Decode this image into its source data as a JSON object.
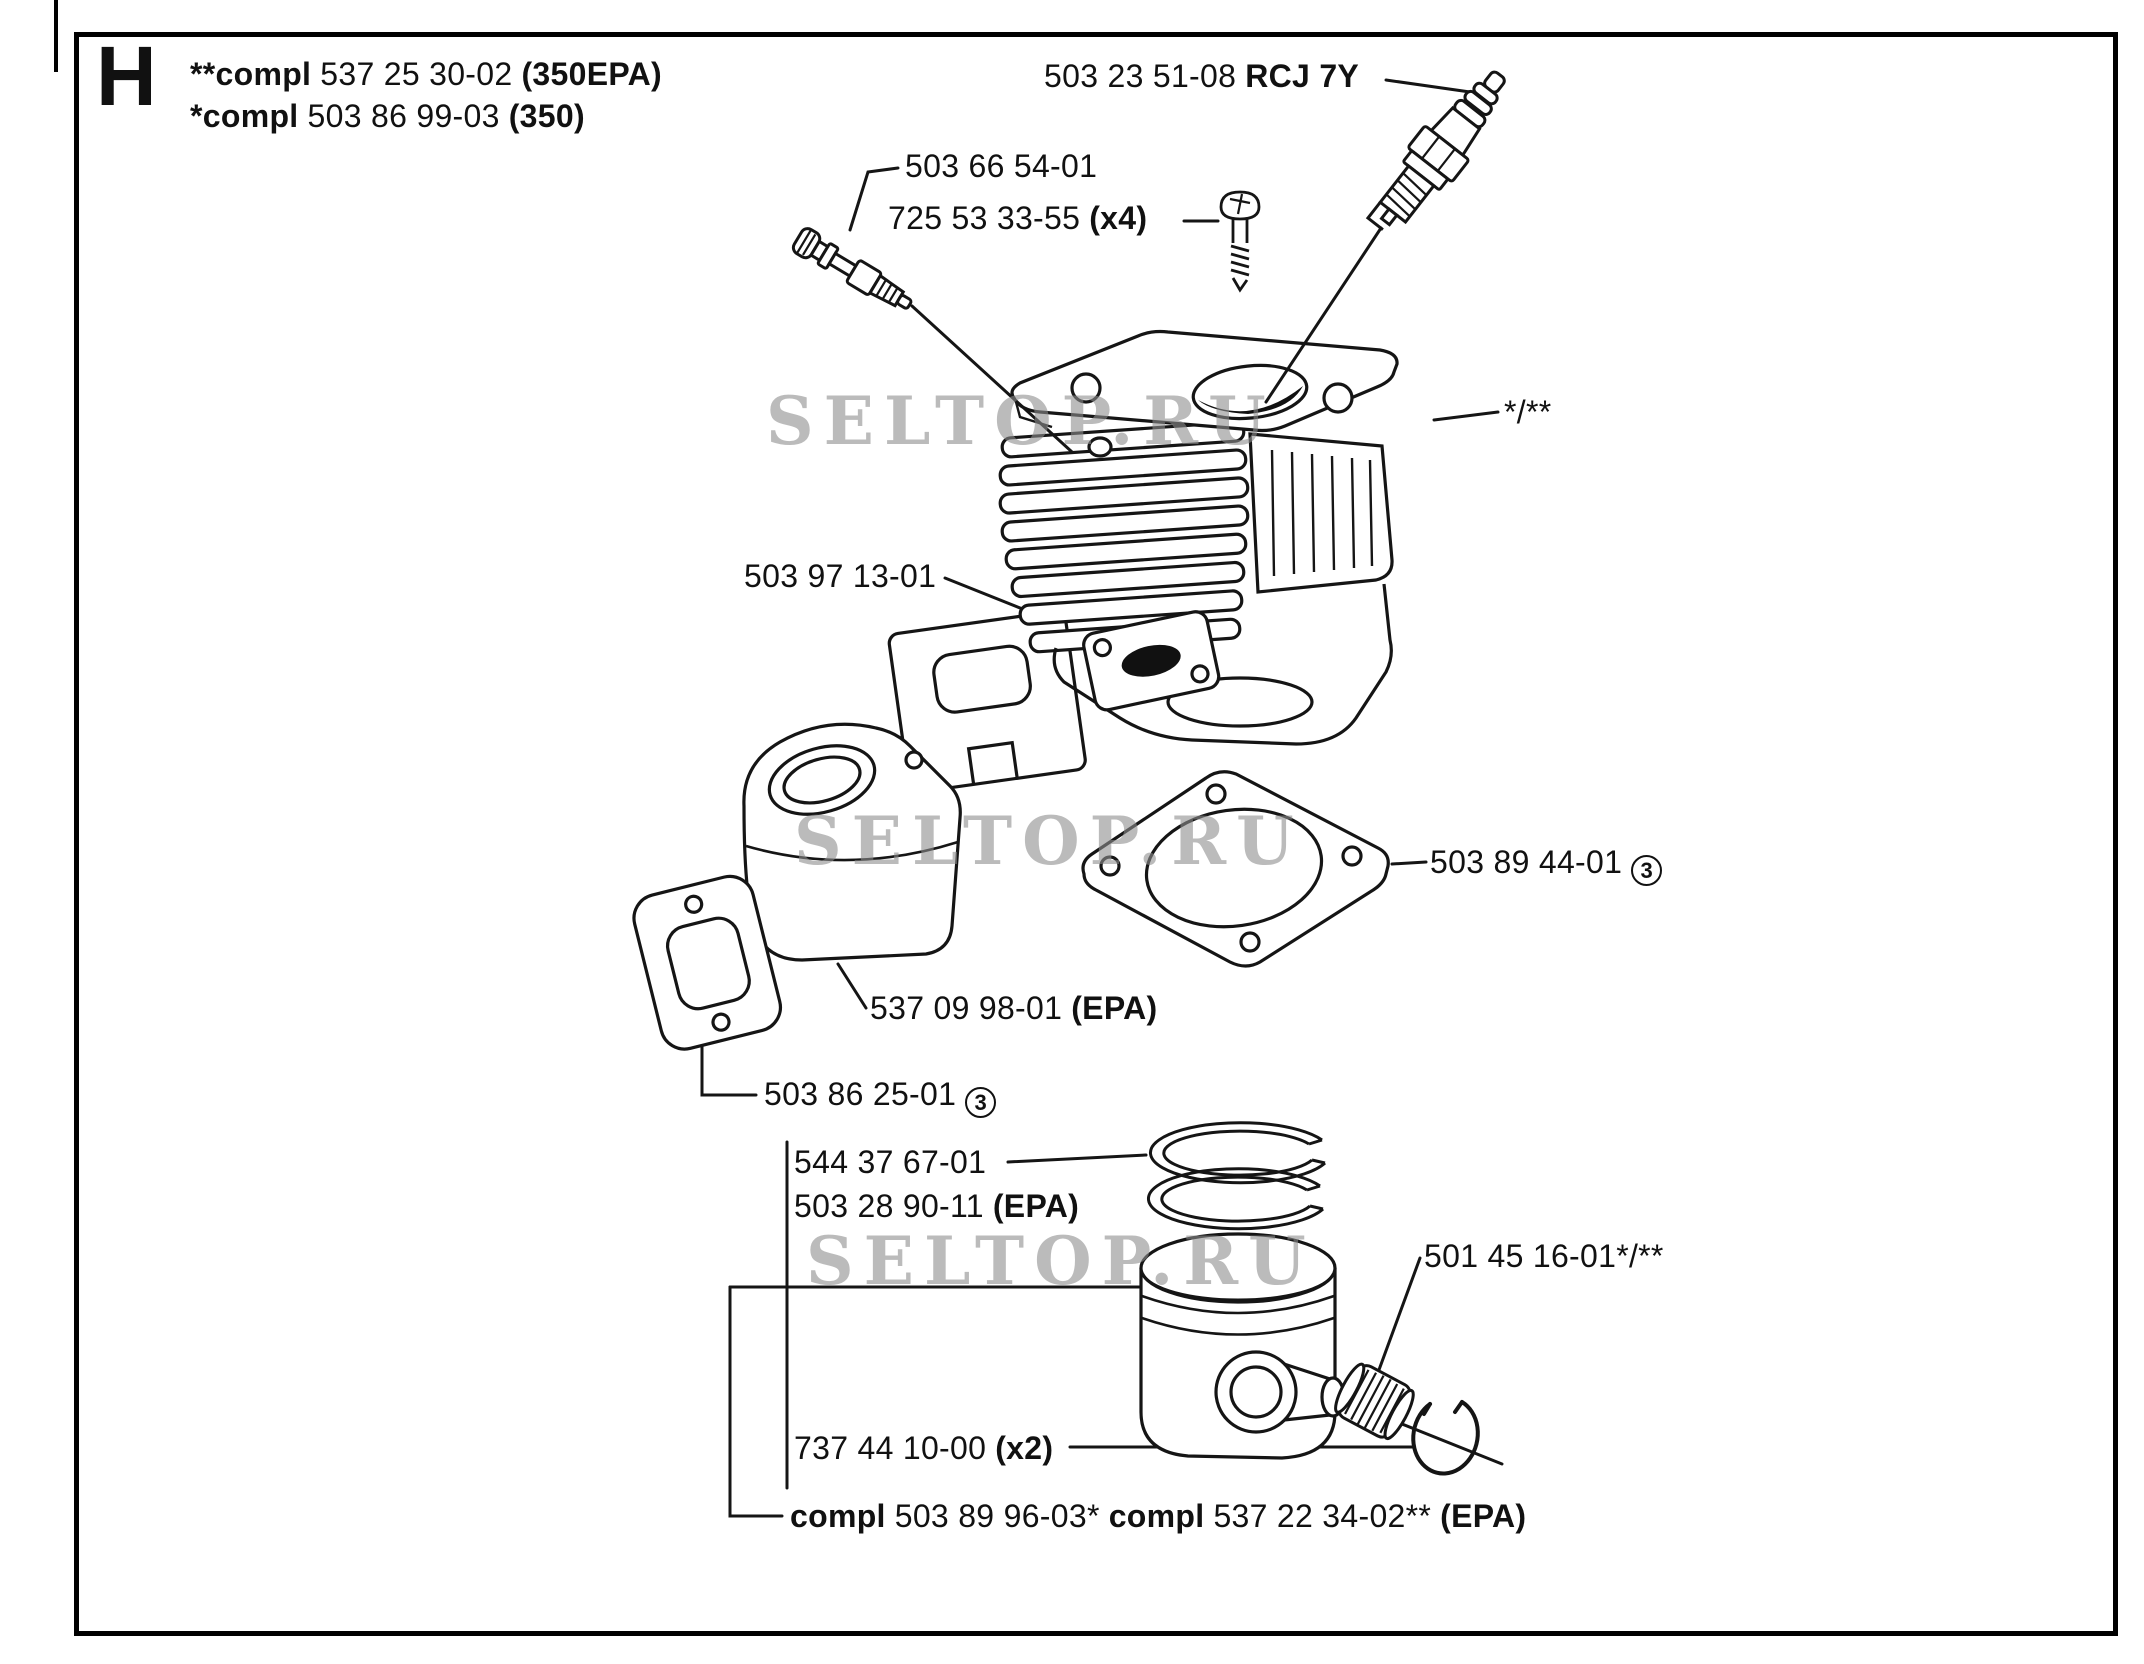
{
  "header": {
    "letter": "H",
    "line1": {
      "b1": "**compl",
      "num": "537 25 30-02",
      "b2": "(350EPA)"
    },
    "line2": {
      "b1": "*compl",
      "num": "503 86 99-03",
      "b2": "(350)"
    }
  },
  "watermark": {
    "text": "SELTOP.RU"
  },
  "labels": {
    "spark_plug": {
      "num": "503 23 51-08",
      "b": "RCJ 7Y"
    },
    "decompression_valve": {
      "num": "503 66 54-01"
    },
    "screw": {
      "num": "725 53 33-55",
      "b": "(x4)"
    },
    "cylinder_ref": {
      "num": "*/**"
    },
    "gasket_plate": {
      "num": "503 97 13-01"
    },
    "base_gasket": {
      "num": "503 89 44-01",
      "qty": "3"
    },
    "muffler": {
      "num": "537 09 98-01",
      "b": "(EPA)"
    },
    "exhaust_gasket": {
      "num": "503 86 25-01",
      "qty": "3"
    },
    "piston_ring": {
      "num": "544 37 67-01"
    },
    "piston_ring_epa": {
      "num": "503 28 90-11",
      "b": "(EPA)"
    },
    "bearing": {
      "num": "501 45 16-01*/**"
    },
    "circlip": {
      "num": "737 44 10-00",
      "b": "(x2)"
    },
    "assembly": {
      "b1": "compl",
      "num1": "503 89 96-03*",
      "b2": "compl",
      "num2": "537 22 34-02**",
      "b3": "(EPA)"
    }
  }
}
